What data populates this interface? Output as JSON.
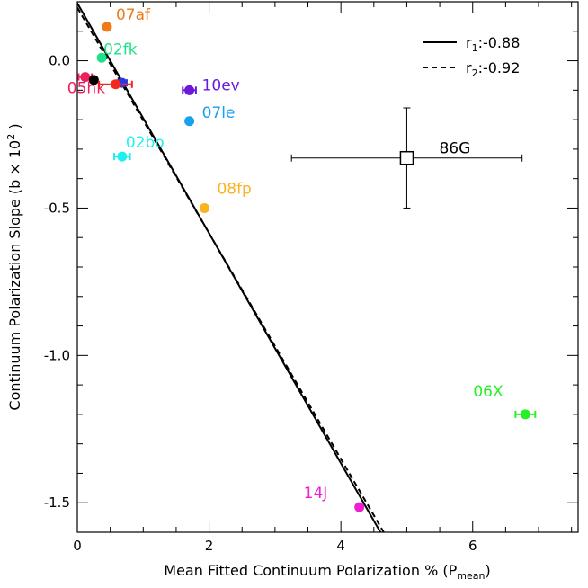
{
  "chart_data": {
    "type": "scatter",
    "title": "",
    "xlabel": "Mean Fitted Continuum Polarization % (P",
    "xlabel_sub": "mean",
    "xlabel_close": ")",
    "ylabel": "Continuum Polarization Slope (b × 10",
    "ylabel_sup": "2",
    "ylabel_close": " )",
    "xlim": [
      0,
      7.6
    ],
    "ylim": [
      -1.6,
      0.2
    ],
    "xticks": [
      {
        "value": 0,
        "label": "0"
      },
      {
        "value": 2,
        "label": "2"
      },
      {
        "value": 4,
        "label": "4"
      },
      {
        "value": 6,
        "label": "6"
      }
    ],
    "yticks": [
      {
        "value": 0.0,
        "label": "0.0"
      },
      {
        "value": -0.5,
        "label": "-0.5"
      },
      {
        "value": -1.0,
        "label": "-1.0"
      },
      {
        "value": -1.5,
        "label": "-1.5"
      }
    ],
    "grid": false,
    "legend_position": "top-right",
    "fit_lines": [
      {
        "label_main": "r",
        "label_sub": "1",
        "label_value": ":-0.88",
        "style": "solid",
        "x": [
          0,
          4.6
        ],
        "y": [
          0.195,
          -1.6
        ]
      },
      {
        "label_main": "r",
        "label_sub": "2",
        "label_value": ":-0.92",
        "style": "dashed",
        "x": [
          0,
          4.65
        ],
        "y": [
          0.18,
          -1.6
        ]
      }
    ],
    "points": [
      {
        "x": 0.45,
        "y": 0.115,
        "color": "#f07a1a",
        "label": "07af",
        "xerr": 0
      },
      {
        "x": 0.37,
        "y": 0.01,
        "color": "#1ee28a",
        "label": "02fk",
        "xerr": 0
      },
      {
        "x": 0.68,
        "y": -0.075,
        "color": "#2a3adf",
        "label": "",
        "xerr": 0.07
      },
      {
        "x": 0.12,
        "y": -0.055,
        "color": "#f01e5a",
        "label": "05hk",
        "xerr": 0.1
      },
      {
        "x": 0.25,
        "y": -0.065,
        "color": "#000000",
        "label": "",
        "xerr": 0
      },
      {
        "x": 0.58,
        "y": -0.08,
        "color": "#f0281e",
        "label": "",
        "xerr": 0.25
      },
      {
        "x": 1.7,
        "y": -0.1,
        "color": "#6a1ad8",
        "label": "10ev",
        "xerr": 0.1
      },
      {
        "x": 1.7,
        "y": -0.205,
        "color": "#1aa0f0",
        "label": "07le",
        "xerr": 0
      },
      {
        "x": 0.68,
        "y": -0.325,
        "color": "#1ef0f0",
        "label": "02bo",
        "xerr": 0.12
      },
      {
        "x": 1.93,
        "y": -0.5,
        "color": "#f8b41e",
        "label": "08fp",
        "xerr": 0
      },
      {
        "x": 6.8,
        "y": -1.2,
        "color": "#28f028",
        "label": "06X",
        "xerr": 0.15
      },
      {
        "x": 4.28,
        "y": -1.515,
        "color": "#f01ed2",
        "label": "14J",
        "xerr": 0
      }
    ],
    "reference_point": {
      "x": 5.0,
      "y": -0.33,
      "label": "86G",
      "xerr": [
        1.75,
        1.75
      ],
      "yerr": [
        0.17,
        0.17
      ]
    }
  }
}
